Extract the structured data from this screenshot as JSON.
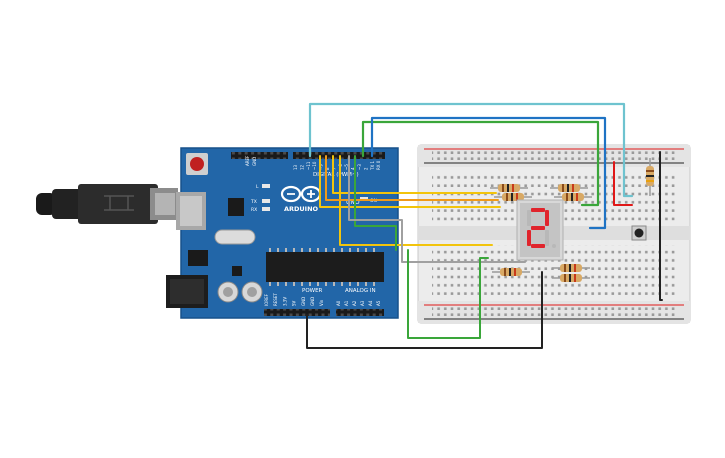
{
  "arduino": {
    "brand": "ARDUINO",
    "model": "UNO",
    "digital_label": "DIGITAL (PWM~)",
    "analog_label": "ANALOG IN",
    "power_label": "POWER",
    "on_label": "ON",
    "aref": "AREF",
    "gnd": "GND",
    "led_l": "L",
    "led_tx": "TX",
    "led_rx": "RX",
    "digital_pins": [
      "13",
      "12",
      "~11",
      "~10",
      "~9",
      "8",
      "7",
      "~6",
      "~5",
      "4",
      "~3",
      "2",
      "TX 1",
      "RX 0"
    ],
    "power_pins": [
      "IOREF",
      "RESET",
      "3.3V",
      "5V",
      "GND",
      "GND",
      "Vin"
    ],
    "analog_pins": [
      "A0",
      "A1",
      "A2",
      "A3",
      "A4",
      "A5"
    ]
  },
  "display": {
    "digit": "2",
    "segment_color": "#e0242c"
  },
  "colors": {
    "board": "#2266a8",
    "wire_cyan": "#6ec3cf",
    "wire_green": "#3aa63a",
    "wire_blue": "#1f73c4",
    "wire_yellow": "#f2c40c",
    "wire_orange": "#f09a1a",
    "wire_gray": "#a0a0a0",
    "wire_black": "#222222",
    "wire_red": "#e01818"
  }
}
